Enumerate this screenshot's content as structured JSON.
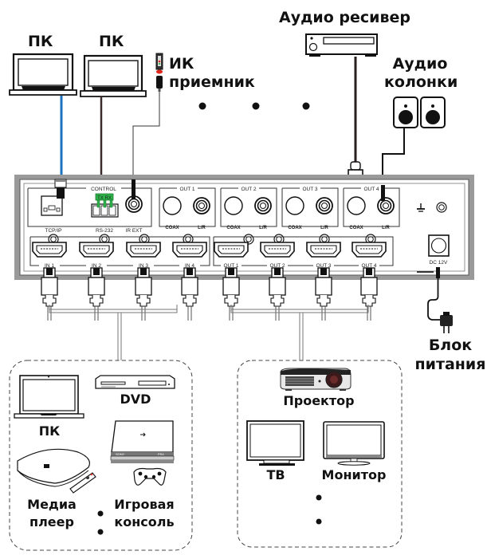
{
  "diagram": {
    "title": "HDMI matrix 4x4 connection diagram",
    "colors": {
      "lan_cable": "#1e73be",
      "rs232_connector": "#2db34a",
      "ir_led": "#e1251b",
      "panel_frame": "#9a9a9a",
      "panel_face": "#ffffff",
      "line": "#111111"
    },
    "top_devices": {
      "pc1_label": "ПК",
      "pc2_label": "ПК",
      "ir_receiver_label_line1": "ИК",
      "ir_receiver_label_line2": "приемник",
      "audio_receiver_label": "Аудио ресивер",
      "speakers_label_line1": "Аудио",
      "speakers_label_line2": "колонки"
    },
    "panel": {
      "control_group_label": "CONTROL",
      "tcpip_label": "TCP/IP",
      "rs232_label": "RS-232",
      "rs232_pins": "TX  RX",
      "ir_ext_label": "IR EXT",
      "audio_outputs": [
        {
          "title": "OUT 1",
          "coax": "COAX",
          "lr": "L/R"
        },
        {
          "title": "OUT 2",
          "coax": "COAX",
          "lr": "L/R"
        },
        {
          "title": "OUT 3",
          "coax": "COAX",
          "lr": "L/R"
        },
        {
          "title": "OUT 4",
          "coax": "COAX",
          "lr": "L/R"
        }
      ],
      "hdmi_inputs": [
        "IN 1",
        "IN 2",
        "IN 3",
        "IN 4"
      ],
      "hdmi_outputs": [
        "OUT 1",
        "OUT 2",
        "OUT 3",
        "OUT 4"
      ],
      "ground_icon": "ground-icon",
      "dc_label": "DC 12V"
    },
    "power": {
      "label_line1": "Блок",
      "label_line2": "питания"
    },
    "sources": {
      "pc_label": "ПК",
      "dvd_label": "DVD",
      "media_player_line1": "Медиа",
      "media_player_line2": "плеер",
      "console_line1": "Игровая",
      "console_line2": "консоль",
      "console_brand_left": "SONY",
      "console_brand_right": "PS4"
    },
    "displays": {
      "projector_label": "Проектор",
      "tv_label": "ТВ",
      "monitor_label": "Монитор"
    }
  }
}
